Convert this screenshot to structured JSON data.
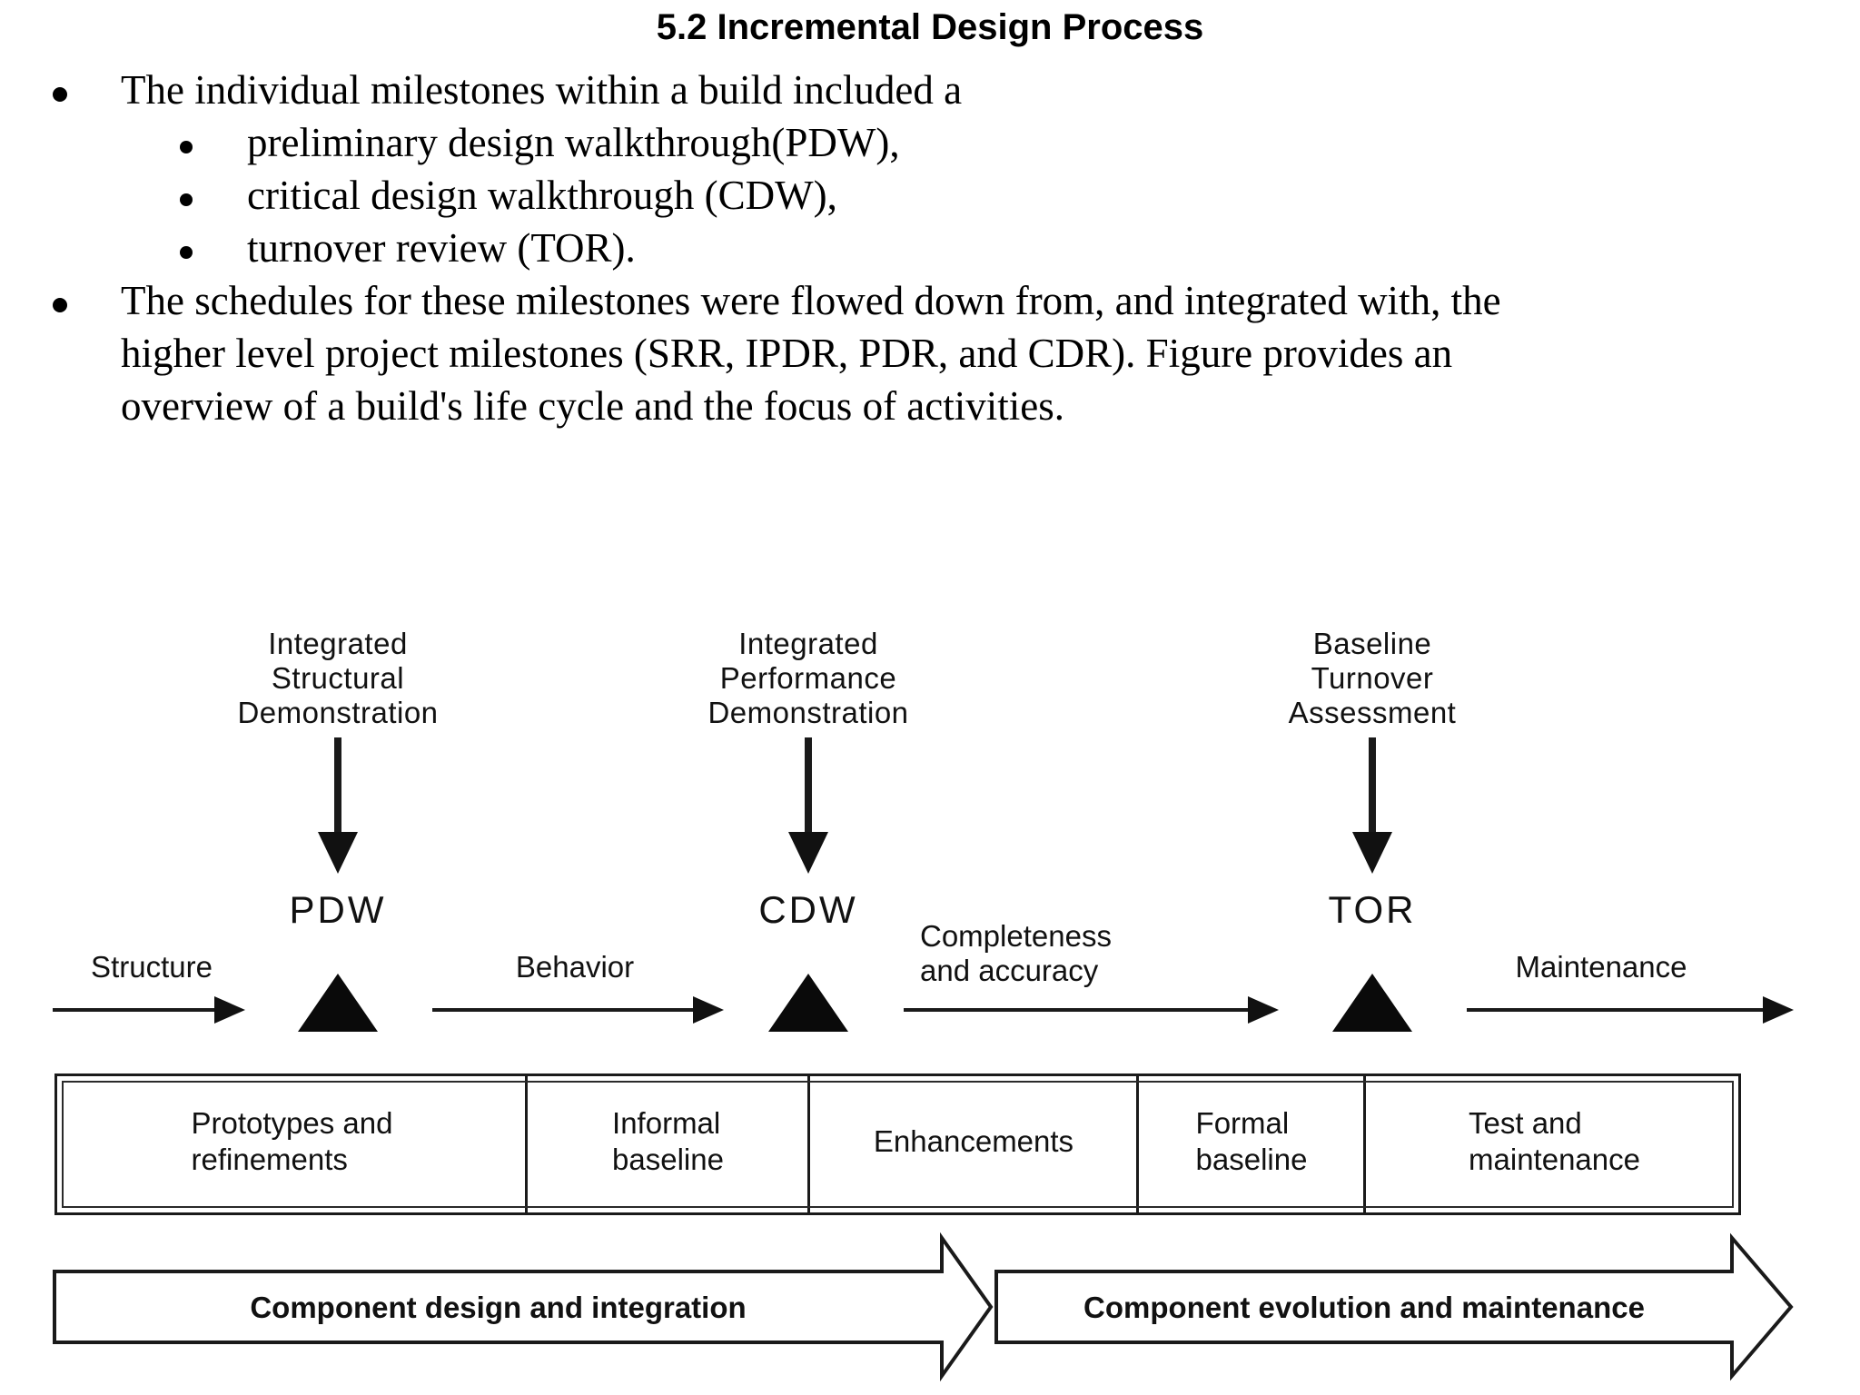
{
  "title": "5.2 Incremental Design Process",
  "bullets": {
    "b1": "The individual milestones within a build included a",
    "sub1": "preliminary design walkthrough(PDW),",
    "sub2": "critical design walkthrough (CDW),",
    "sub3": "turnover review (TOR).",
    "b2_line1": "The schedules for these milestones were flowed down from, and integrated with, the",
    "b2_line2": "higher level project milestones (SRR, IPDR, PDR, and CDR). Figure provides an",
    "b2_line3": "overview of a build's life cycle and the focus of activities."
  },
  "diagram": {
    "columns": [
      {
        "id": "pdw",
        "top_label_lines": [
          "Integrated",
          "Structural",
          "Demonstration"
        ],
        "milestone": "PDW"
      },
      {
        "id": "cdw",
        "top_label_lines": [
          "Integrated",
          "Performance",
          "Demonstration"
        ],
        "milestone": "CDW"
      },
      {
        "id": "tor",
        "top_label_lines": [
          "Baseline",
          "Turnover",
          "Assessment"
        ],
        "milestone": "TOR"
      }
    ],
    "phase_labels": {
      "structure": "Structure",
      "behavior": "Behavior",
      "completeness_line1": "Completeness",
      "completeness_line2": "and accuracy",
      "maintenance": "Maintenance"
    },
    "activity_boxes": [
      {
        "line1": "Prototypes and",
        "line2": "refinements"
      },
      {
        "line1": "Informal",
        "line2": "baseline"
      },
      {
        "line1": "Enhancements",
        "line2": ""
      },
      {
        "line1": "Formal",
        "line2": "baseline"
      },
      {
        "line1": "Test and",
        "line2": "maintenance"
      }
    ],
    "flow_arrows": [
      {
        "label": "Component design and integration"
      },
      {
        "label": "Component evolution and maintenance"
      }
    ],
    "colors": {
      "ink": "#1a1a1a",
      "background": "#ffffff"
    }
  }
}
